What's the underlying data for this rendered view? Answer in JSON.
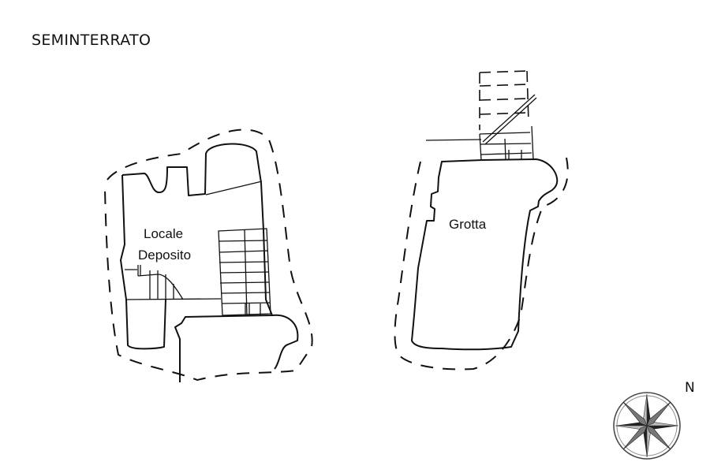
{
  "title": "SEMINTERRATO",
  "rooms": {
    "locale_line1": "Locale",
    "locale_line2": "Deposito",
    "grotta": "Grotta"
  },
  "compass": {
    "north_label": "N"
  }
}
